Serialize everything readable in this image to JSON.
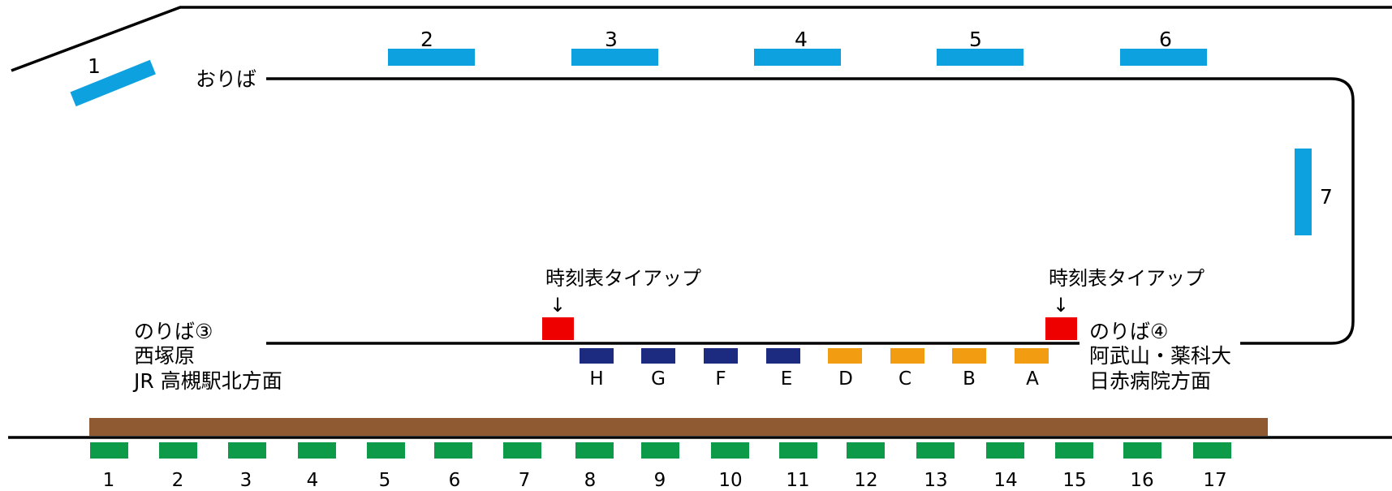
{
  "colors": {
    "top_stop": "#0ea1e0",
    "timetable_marker": "#ee0000",
    "bay_navy": "#1c2a80",
    "bay_orange": "#f29c12",
    "platform_brown": "#8f5a31",
    "bottom_stop": "#0d9a49",
    "line": "#000000"
  },
  "alighting": {
    "label": "おりば"
  },
  "top_stops": [
    "1",
    "2",
    "3",
    "4",
    "5",
    "6",
    "7"
  ],
  "boarding_left": {
    "label": "のりば③",
    "line1": "西塚原",
    "line2": "JR 高槻駅北方面"
  },
  "boarding_right": {
    "label": "のりば④",
    "line1": "阿武山・薬科大",
    "line2": "日赤病院方面"
  },
  "timetable": {
    "label": "時刻表タイアップ",
    "arrow": "↓"
  },
  "navy_bays": [
    "H",
    "G",
    "F",
    "E"
  ],
  "orange_bays": [
    "D",
    "C",
    "B",
    "A"
  ],
  "bottom_stops": [
    "1",
    "2",
    "3",
    "4",
    "5",
    "6",
    "7",
    "8",
    "9",
    "10",
    "11",
    "12",
    "13",
    "14",
    "15",
    "16",
    "17"
  ]
}
